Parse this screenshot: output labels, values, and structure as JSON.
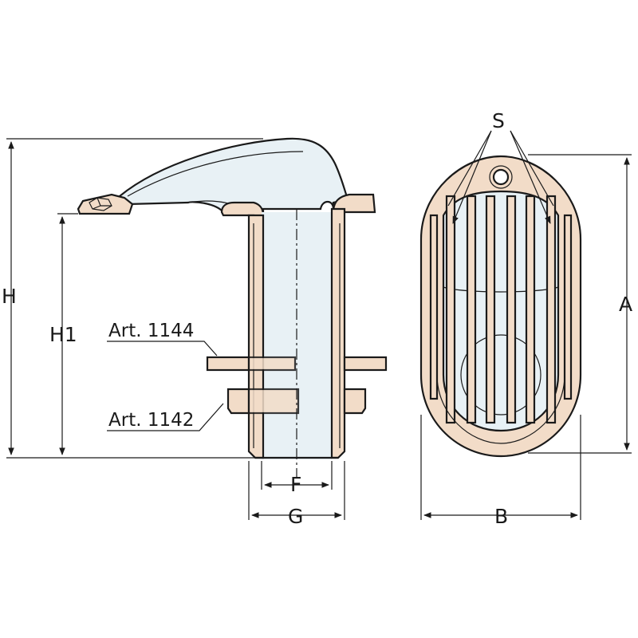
{
  "labels": {
    "H": "H",
    "H1": "H1",
    "A": "A",
    "B": "B",
    "F": "F",
    "G": "G",
    "S": "S"
  },
  "parts": {
    "washer": "Art. 1144",
    "nut": "Art. 1142"
  },
  "colors": {
    "bronze": "#f2dcc8",
    "bronze_shadow": "#e3c2a4",
    "body_fill": "#e8f1f5",
    "line": "#1a1a1a"
  }
}
